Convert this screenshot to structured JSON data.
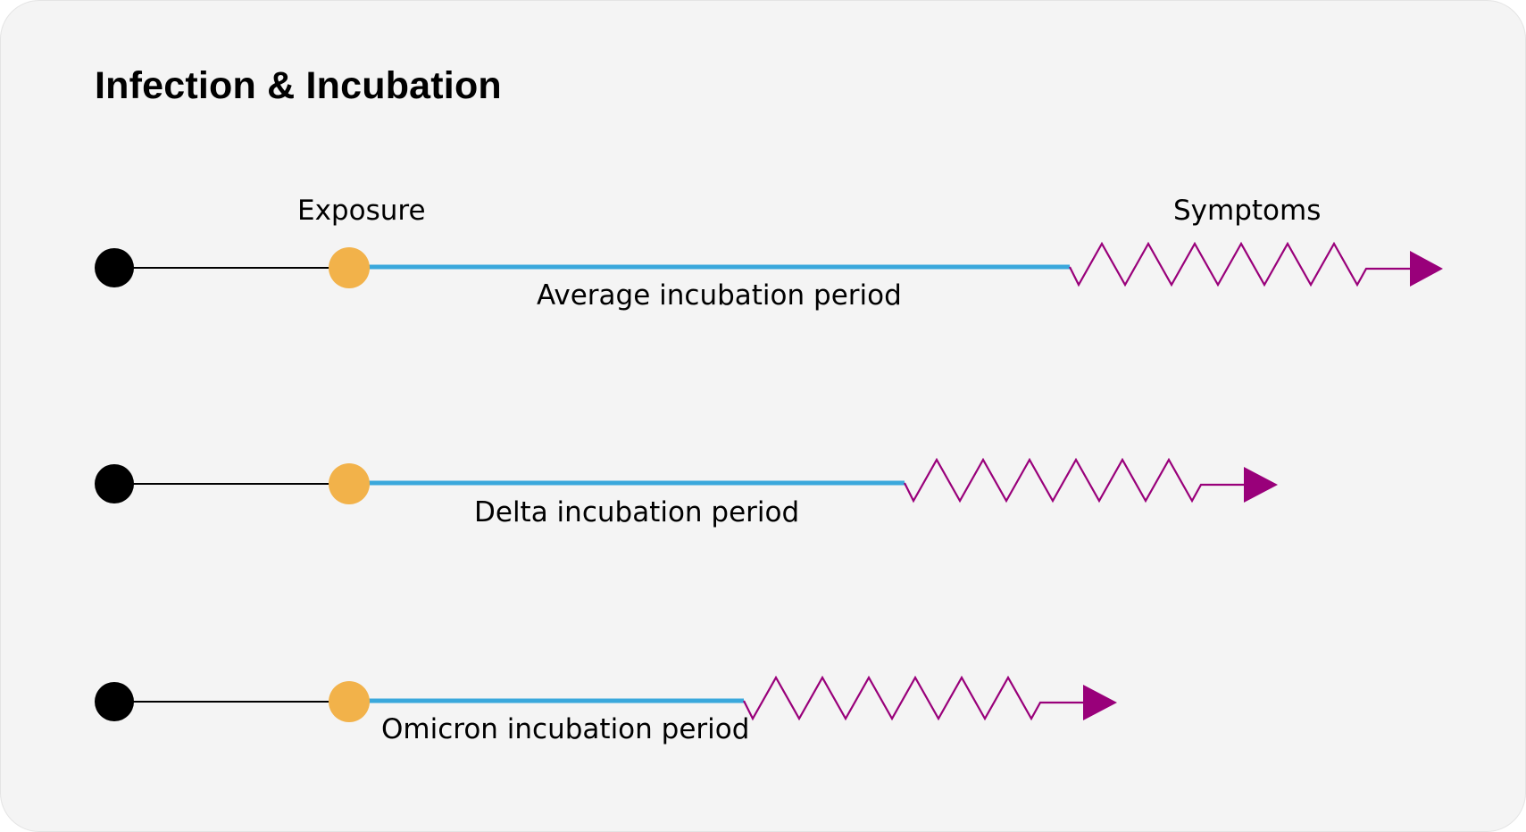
{
  "title": "Infection & Incubation",
  "labels": {
    "exposure": "Exposure",
    "symptoms": "Symptoms"
  },
  "colors": {
    "background": "#f4f4f4",
    "start_dot": "#000000",
    "exposure_dot": "#f2b24a",
    "incubation_line": "#3aa8dc",
    "symptoms": "#99007a"
  },
  "rows": [
    {
      "name": "average",
      "label": "Average incubation period"
    },
    {
      "name": "delta",
      "label": "Delta incubation period"
    },
    {
      "name": "omicron",
      "label": "Omicron incubation period"
    }
  ]
}
